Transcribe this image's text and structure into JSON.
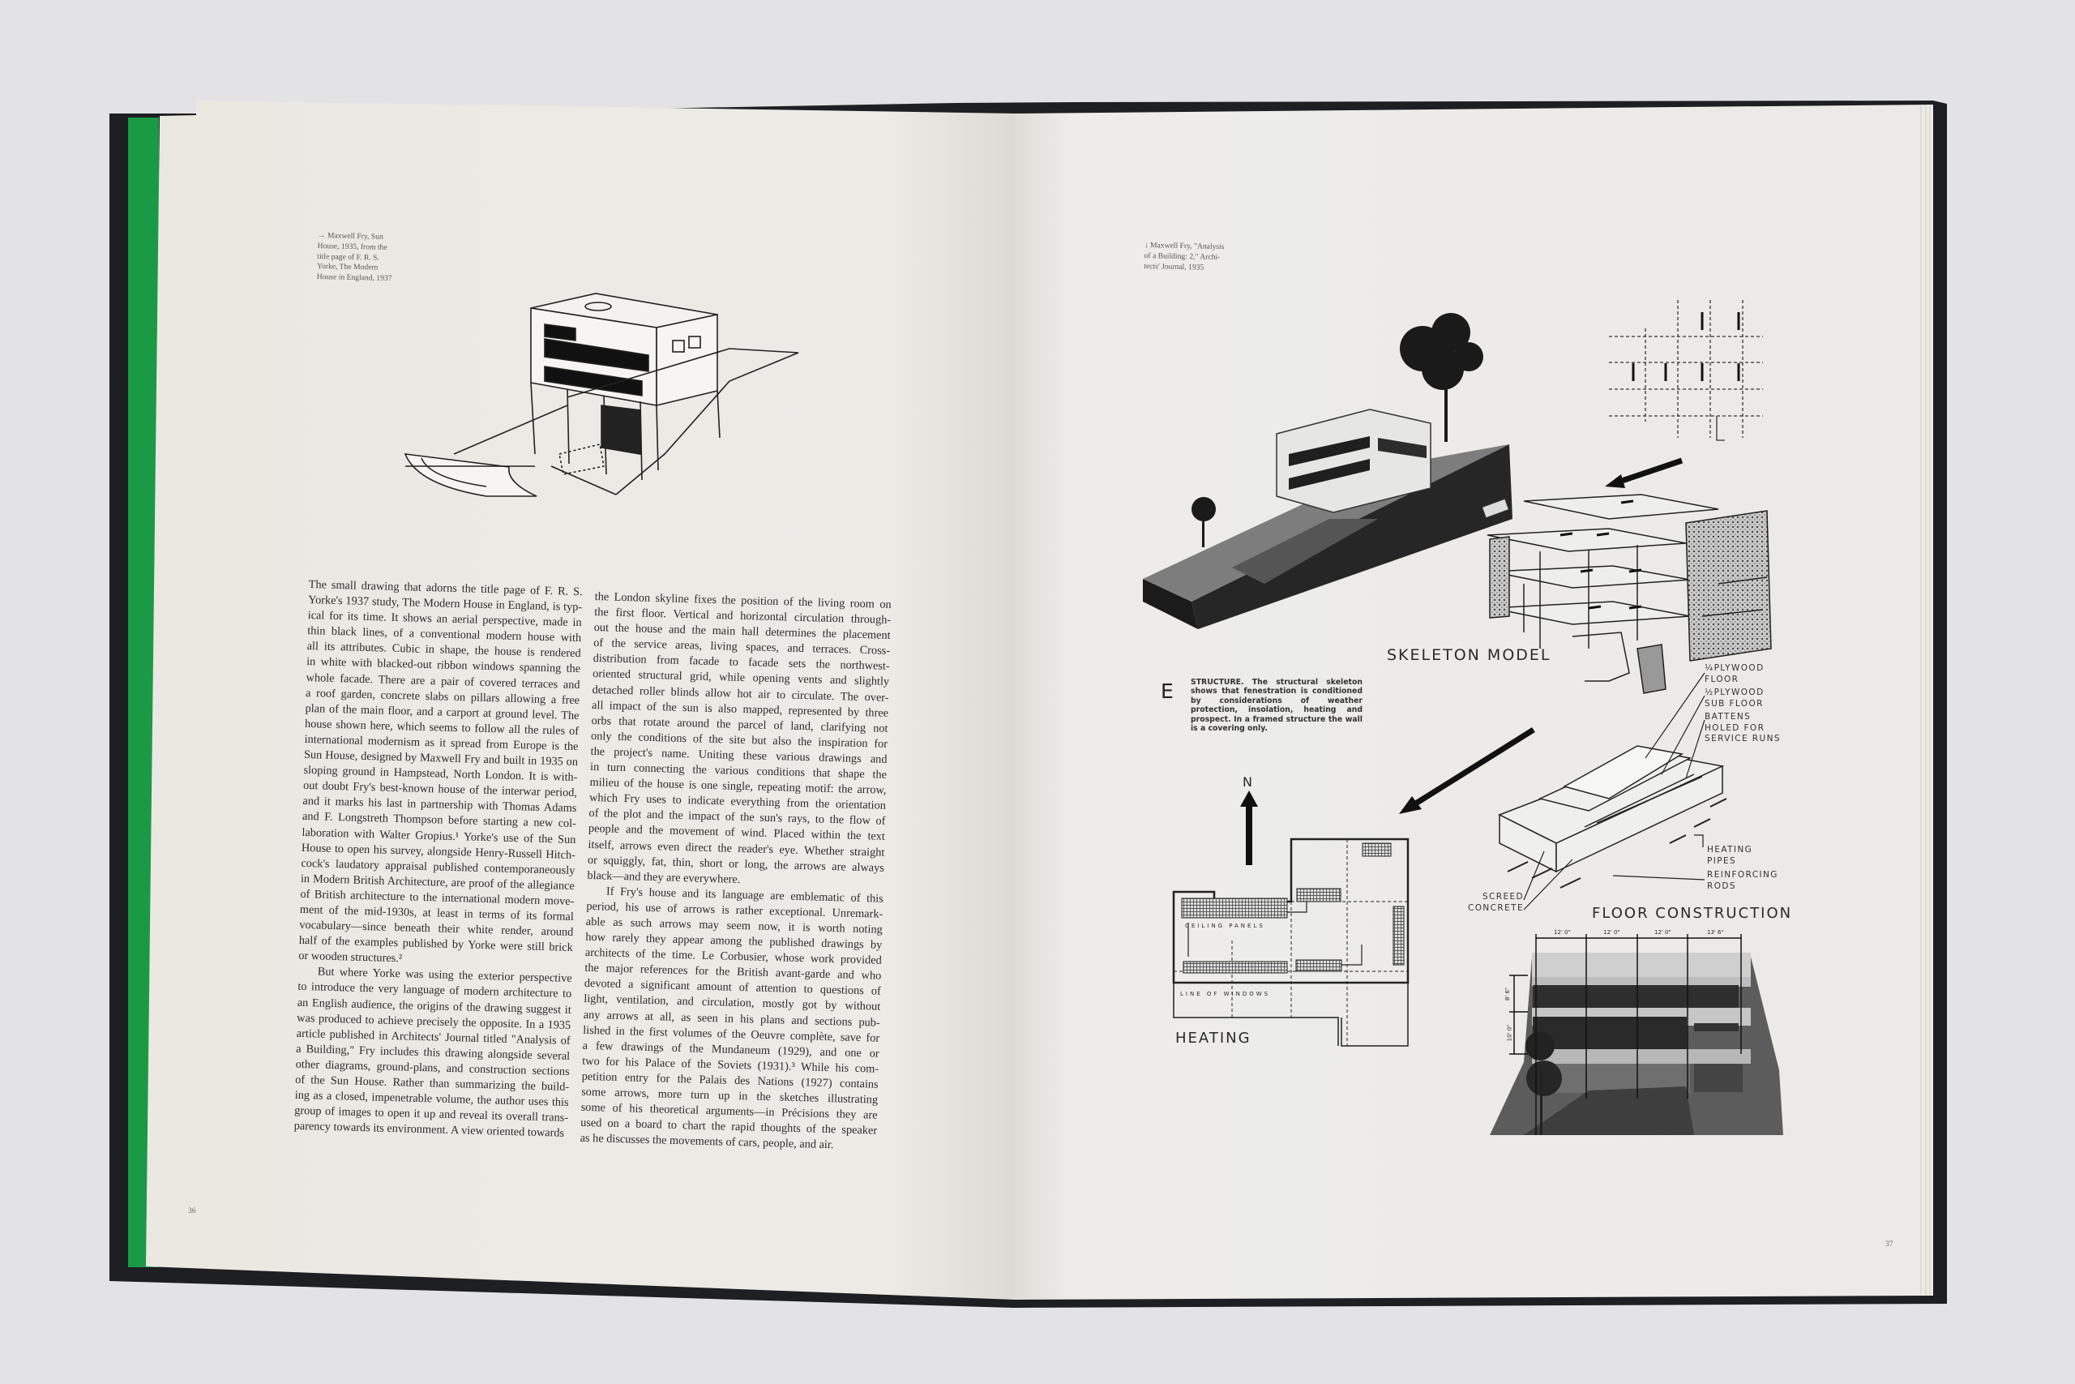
{
  "left_page": {
    "caption_lines": [
      "→ Maxwell Fry, Sun",
      "House, 1935, from the",
      "title page of F. R. S.",
      "Yorke, The Modern",
      "House in England, 1937"
    ],
    "page_number": "36",
    "column_1": [
      "The small drawing that adorns the title page of F. R. S.",
      "Yorke's 1937 study, The Modern House in England, is typ-",
      "ical for its time. It shows an aerial perspective, made in",
      "thin black lines, of a conventional modern house with",
      "all its attributes. Cubic in shape, the house is rendered",
      "in white with blacked-out ribbon windows spanning the",
      "whole facade. There are a pair of covered terraces and",
      "a roof garden, concrete slabs on pillars allowing a free",
      "plan of the main floor, and a carport at ground level. The",
      "house shown here, which seems to follow all the rules of",
      "international modernism as it spread from Europe is the",
      "Sun House, designed by Maxwell Fry and built in 1935 on",
      "sloping ground in Hampstead, North London. It is with-",
      "out doubt Fry's best-known house of the interwar period,",
      "and it marks his last in partnership with Thomas Adams",
      "and F. Longstreth Thompson before starting a new col-",
      "laboration with Walter Gropius.¹ Yorke's use of the Sun",
      "House to open his survey, alongside Henry-Russell Hitch-",
      "cock's laudatory appraisal published contemporaneously",
      "in Modern British Architecture, are proof of the allegiance",
      "of British architecture to the international modern move-",
      "ment of the mid-1930s, at least in terms of its formal",
      "vocabulary—since beneath their white render, around",
      "half of the examples published by Yorke were still brick",
      "or wooden structures.²",
      "But where Yorke was using the exterior perspective",
      "to introduce the very language of modern architecture to",
      "an English audience, the origins of the drawing suggest it",
      "was produced to achieve precisely the opposite. In a 1935",
      "article published in Architects' Journal titled \"Analysis of",
      "a Building,\" Fry includes this drawing alongside several",
      "other diagrams, ground-plans, and construction sections",
      "of the Sun House. Rather than summarizing the build-",
      "ing as a closed, impenetrable volume, the author uses this",
      "group of images to open it up and reveal its overall trans-",
      "parency towards its environment. A view oriented towards"
    ],
    "column_2": [
      "the London skyline fixes the position of the living room on",
      "the first floor. Vertical and horizontal circulation through-",
      "out the house and the main hall determines the placement",
      "of the service areas, living spaces, and terraces. Cross-",
      "distribution from facade to facade sets the northwest-",
      "oriented structural grid, while opening vents and slightly",
      "detached roller blinds allow hot air to circulate. The over-",
      "all impact of the sun is also mapped, represented by three",
      "orbs that rotate around the parcel of land, clarifying not",
      "only the conditions of the site but also the inspiration for",
      "the project's name. Uniting these various drawings and",
      "in turn connecting the various conditions that shape the",
      "milieu of the house is one single, repeating motif: the arrow,",
      "which Fry uses to indicate everything from the orientation",
      "of the plot and the impact of the sun's rays, to the flow of",
      "people and the movement of wind. Placed within the text",
      "itself, arrows even direct the reader's eye. Whether straight",
      "or squiggly, fat, thin, short or long, the arrows are always",
      "black—and they are everywhere.",
      "If Fry's house and its language are emblematic of this",
      "period, his use of arrows is rather exceptional. Unremark-",
      "able as such arrows may seem now, it is worth noting",
      "how rarely they appear among the published drawings by",
      "architects of the time. Le Corbusier, whose work provided",
      "the major references for the British avant-garde and who",
      "devoted a significant amount of attention to questions of",
      "light, ventilation, and circulation, mostly got by without",
      "any arrows at all, as seen in his plans and sections pub-",
      "lished in the first volumes of the Oeuvre complète, save for",
      "a few drawings of the Mundaneum (1929), and one or",
      "two for his Palace of the Soviets (1931).³ While his com-",
      "petition entry for the Palais des Nations (1927) contains",
      "some arrows, more turn up in the sketches illustrating",
      "some of his theoretical arguments—in Précisions they are",
      "used on a board to chart the rapid thoughts of the speaker",
      "as he discusses the movements of cars, people, and air."
    ]
  },
  "right_page": {
    "caption_lines": [
      "↓ Maxwell Fry, \"Analysis",
      "of a Building: 2,\" Archi-",
      "tects' Journal, 1935"
    ],
    "page_number": "37",
    "skeleton_label": "SKELETON MODEL",
    "e_letter": "E",
    "e_text": "STRUCTURE. The structural skeleton shows that fenestration is conditioned by considerations of weather protection, insolation, heating and prospect. In a framed structure the wall is a covering only.",
    "floor_label": "FLOOR CONSTRUCTION",
    "floor_callouts": {
      "plywood_floor": [
        "¼PLYWOOD",
        "FLOOR"
      ],
      "plywood_subfloor": [
        "½PLYWOOD",
        "SUB FLOOR"
      ],
      "battens": [
        "BATTENS",
        "HOLED FOR",
        "SERVICE RUNS"
      ],
      "heating_pipes": [
        "HEATING",
        "PIPES"
      ],
      "reinforcing_rods": [
        "REINFORCING",
        "RODS"
      ],
      "screed": [
        "SCREED",
        "CONCRETE"
      ]
    },
    "north_label": "N",
    "heating_label": "HEATING",
    "ceiling_panels_label": "CEILING PANELS",
    "line_of_windows_label": "LINE OF WINDOWS",
    "elevation_dims": [
      "12' 0\"",
      "12' 0\"",
      "12' 0\"",
      "13' 6\"",
      "8' 6\"",
      "10' 0\""
    ]
  },
  "colors": {
    "background": "#e3e3e6",
    "cover": "#1d1f22",
    "spine_green": "#1a9a45",
    "paper": "#ece9e3"
  }
}
